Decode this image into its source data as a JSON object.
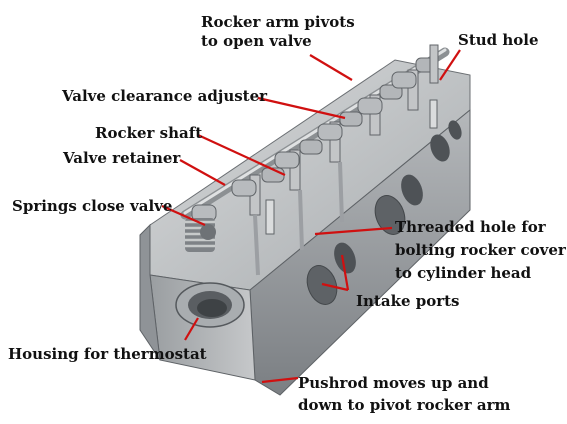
{
  "labels": {
    "rocker_arm_pivots": "Rocker arm pivots\nto open valve",
    "rocker_arm_pivots_l1": "Rocker arm pivots",
    "rocker_arm_pivots_l2": "to open valve",
    "stud_hole": "Stud hole",
    "valve_clearance_adjuster": "Valve clearance adjuster",
    "rocker_shaft": "Rocker shaft",
    "valve_retainer": "Valve retainer",
    "springs_close_valve": "Springs close valve",
    "threaded_hole_l1": "Threaded hole for",
    "threaded_hole_l2": "bolting rocker cover",
    "threaded_hole_l3": "to cylinder head",
    "intake_ports": "Intake ports",
    "housing_for_thermostat": "Housing for thermostat",
    "pushrod_l1": "Pushrod moves up and",
    "pushrod_l2": "down to pivot rocker arm"
  },
  "colors": {
    "leader_line": "#d01010",
    "metal_light": "#c9cbcc",
    "metal_mid": "#9fa3a6",
    "metal_dark": "#6b6f73",
    "background": "#ffffff"
  }
}
